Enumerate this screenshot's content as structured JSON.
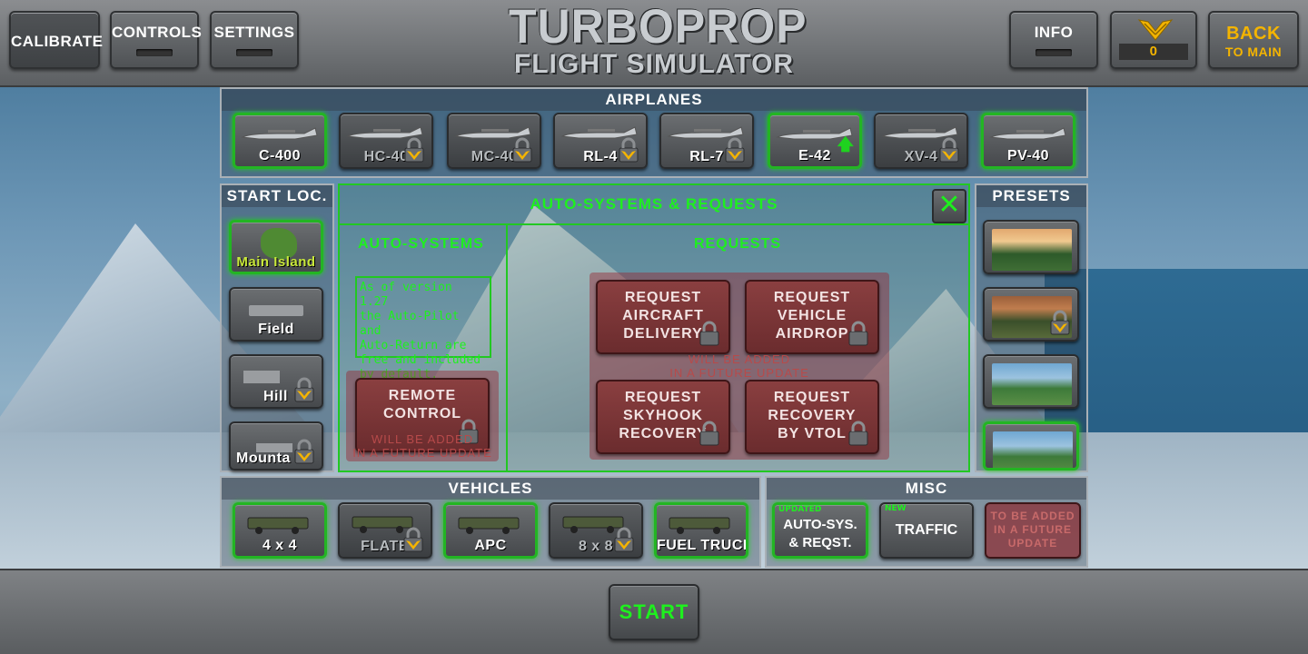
{
  "topbar": {
    "calibrate": "CALIBRATE",
    "controls": "CONTROLS",
    "settings": "SETTINGS",
    "title_line1": "TURBOPROP",
    "title_line2": "FLIGHT SIMULATOR",
    "info": "INFO",
    "coins": "0",
    "back_line1": "BACK",
    "back_line2": "TO MAIN"
  },
  "airplanes": {
    "header": "AIRPLANES",
    "items": [
      {
        "label": "C-400",
        "selected": true,
        "locked": false
      },
      {
        "label": "HC-40",
        "selected": false,
        "locked": true
      },
      {
        "label": "MC-40",
        "selected": false,
        "locked": true
      },
      {
        "label": "RL-4",
        "selected": false,
        "locked": true
      },
      {
        "label": "RL-7",
        "selected": false,
        "locked": true
      },
      {
        "label": "E-42",
        "selected": true,
        "locked": false
      },
      {
        "label": "XV-4",
        "selected": false,
        "locked": true
      },
      {
        "label": "PV-40",
        "selected": true,
        "locked": false
      }
    ]
  },
  "start_loc": {
    "header": "START LOC.",
    "items": [
      {
        "label": "Main Island",
        "selected": true
      },
      {
        "label": "Field",
        "selected": false
      },
      {
        "label": "Hill",
        "selected": false
      },
      {
        "label": "Mounta",
        "selected": false
      }
    ]
  },
  "presets": {
    "header": "PRESETS"
  },
  "modal": {
    "title": "AUTO-SYSTEMS & REQUESTS",
    "close_icon": "close-x-icon",
    "auto_systems_header": "AUTO-SYSTEMS",
    "requests_header": "REQUESTS",
    "note_lines": [
      "As of version 1.27",
      "the Auto-Pilot and",
      "Auto-Return are",
      "free and included",
      "by default."
    ],
    "remote_control": [
      "REMOTE",
      "CONTROL"
    ],
    "future_1": "WILL BE ADDED",
    "future_2": "IN A FUTURE UPDATE",
    "req_delivery": [
      "REQUEST",
      "AIRCRAFT",
      "DELIVERY"
    ],
    "req_airdrop": [
      "REQUEST",
      "VEHICLE",
      "AIRDROP"
    ],
    "req_skyhook": [
      "REQUEST",
      "SKYHOOK",
      "RECOVERY"
    ],
    "req_vtol": [
      "REQUEST",
      "RECOVERY",
      "BY VTOL"
    ]
  },
  "vehicles": {
    "header": "VEHICLES",
    "items": [
      {
        "label": "4 x 4",
        "selected": true,
        "locked": false
      },
      {
        "label": "FLATB",
        "selected": false,
        "locked": true
      },
      {
        "label": "APC",
        "selected": true,
        "locked": false
      },
      {
        "label": "8 x 8",
        "selected": false,
        "locked": true
      },
      {
        "label": "FUEL TRUCK",
        "selected": true,
        "locked": false
      }
    ]
  },
  "misc": {
    "header": "MISC",
    "auto_tag": "UPDATED",
    "auto_line1": "AUTO-SYS.",
    "auto_line2": "& REQST.",
    "traffic_tag": "NEW",
    "traffic": "TRAFFIC",
    "future_lines": [
      "TO BE ADDED",
      "IN A FUTURE",
      "UPDATE"
    ]
  },
  "start_button": "START",
  "colors": {
    "accent_green": "#1ef01e",
    "gold": "#f4b400",
    "locked_red": "#8a3f40"
  }
}
